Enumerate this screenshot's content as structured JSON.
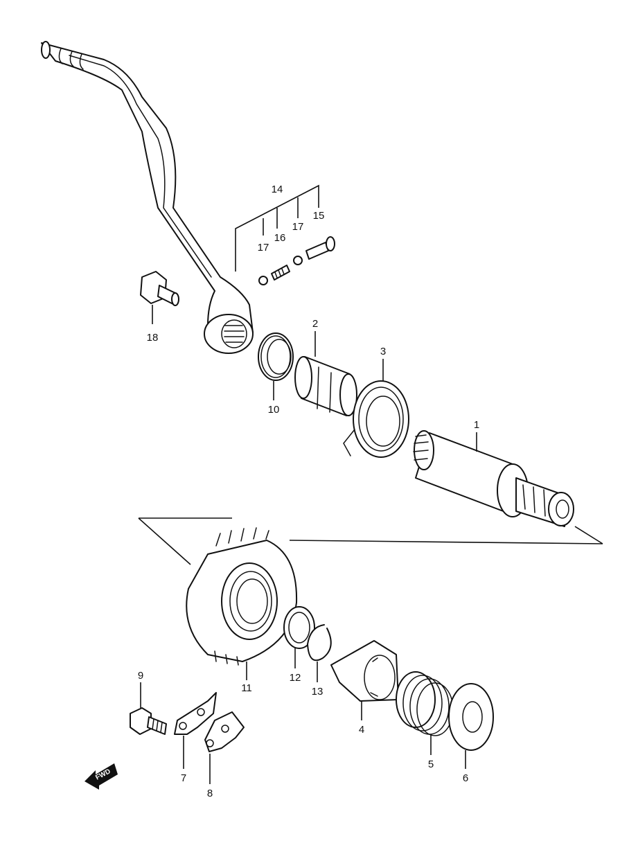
{
  "callouts": {
    "c1": "1",
    "c2": "2",
    "c3": "3",
    "c4": "4",
    "c5": "5",
    "c6": "6",
    "c7": "7",
    "c8": "8",
    "c9": "9",
    "c10": "10",
    "c11": "11",
    "c12": "12",
    "c13": "13",
    "c14": "14",
    "c15": "15",
    "c16": "16",
    "c17a": "17",
    "c17b": "17",
    "c18": "18"
  },
  "fwd_label": "FWD",
  "colors": {
    "stroke": "#111111",
    "background": "#ffffff"
  }
}
